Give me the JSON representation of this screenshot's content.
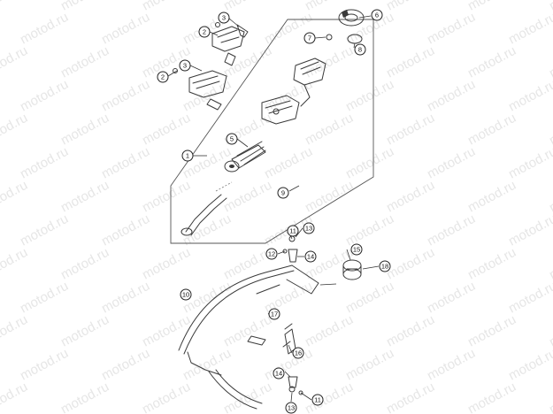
{
  "watermark": {
    "text": "motod.ru"
  },
  "callouts": [
    {
      "id": "c-3a",
      "label": "3"
    },
    {
      "id": "c-2a",
      "label": "2"
    },
    {
      "id": "c-3b",
      "label": "3"
    },
    {
      "id": "c-2b",
      "label": "2"
    },
    {
      "id": "c-6",
      "label": "6"
    },
    {
      "id": "c-7",
      "label": "7"
    },
    {
      "id": "c-8",
      "label": "8"
    },
    {
      "id": "c-5",
      "label": "5"
    },
    {
      "id": "c-1",
      "label": "1"
    },
    {
      "id": "c-9",
      "label": "9"
    },
    {
      "id": "c-11a",
      "label": "11"
    },
    {
      "id": "c-13a",
      "label": "13"
    },
    {
      "id": "c-12",
      "label": "12"
    },
    {
      "id": "c-14a",
      "label": "14"
    },
    {
      "id": "c-15",
      "label": "15"
    },
    {
      "id": "c-18",
      "label": "18"
    },
    {
      "id": "c-10",
      "label": "10"
    },
    {
      "id": "c-17",
      "label": "17"
    },
    {
      "id": "c-16",
      "label": "16"
    },
    {
      "id": "c-14b",
      "label": "14"
    },
    {
      "id": "c-11b",
      "label": "11"
    },
    {
      "id": "c-13b",
      "label": "13"
    }
  ]
}
